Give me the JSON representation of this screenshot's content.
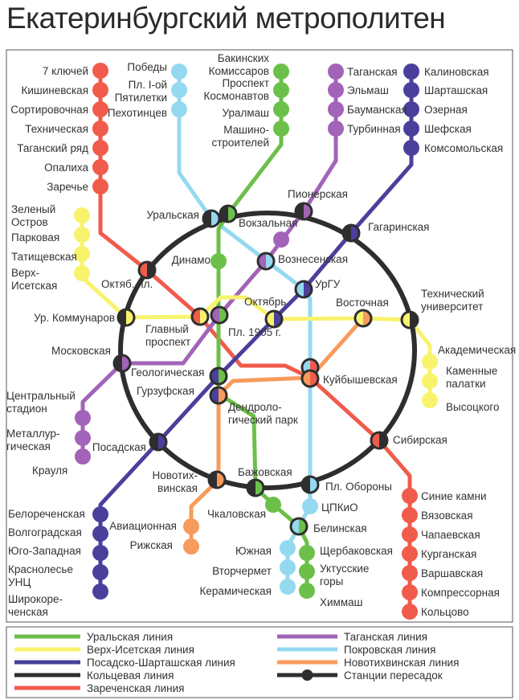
{
  "title": "Екатеринбургский метрополитен",
  "colors": {
    "red": "#f05b4b",
    "cyan": "#94d9f0",
    "green": "#6cc04a",
    "purple": "#a263b8",
    "blue": "#4a409c",
    "yellow": "#f8f36c",
    "orange": "#f79b5c",
    "ring": "#2e2e2e"
  },
  "stations": {
    "red_n": [
      "7 ключей",
      "Кишиневская",
      "Сортировочная",
      "Техническая",
      "Таганский ряд",
      "Опалиха",
      "Заречье"
    ],
    "red_s": [
      "Синие камни",
      "Вязовская",
      "Чапаевская",
      "Курганская",
      "Варшавская",
      "Компрессорная",
      "Кольцово"
    ],
    "cyan_n": [
      "Победы",
      "Пл. I-ой\nПятилетки",
      "Пехотинцев"
    ],
    "cyan_s": [
      "ЦПКиО",
      "Южная",
      "Вторчермет",
      "Керамическая"
    ],
    "green_n": [
      "Бакинских\nКомиссаров",
      "Проспект\nКосмонавтов",
      "Уралмаш",
      "Машино-\nстроителей"
    ],
    "green_s": [
      "Чкаловская",
      "Щербаковская",
      "Уктусские\nгоры",
      "Химмаш"
    ],
    "purple_n": [
      "Таганская",
      "Эльмаш",
      "Бауманская",
      "Турбинная"
    ],
    "purple_s": [
      "Центральный\nстадион",
      "Металлур-\nгическая",
      "Крауля"
    ],
    "blue_n": [
      "Калиновская",
      "Шарташская",
      "Озерная",
      "Шефская",
      "Комсомольская"
    ],
    "blue_s": [
      "Белореченская",
      "Волгоградская",
      "Юго-Западная",
      "Краснолесье\nУНЦ",
      "Широкоре-\nченская"
    ],
    "yellow_w": [
      "Зеленый\nОстров",
      "Парковая",
      "Татищевская",
      "Верх-\nИсетская"
    ],
    "yellow_e": [
      "Академическая",
      "Каменные\nпалатки",
      "Высоцкого"
    ],
    "orange_s": [
      "Авиационная",
      "Рижская"
    ],
    "center": [
      "Уральская",
      "Вокзальная",
      "Пионерская",
      "Гагаринская",
      "Динамо",
      "Вознесенская",
      "Октяб. пл.",
      "УрГУ",
      "Октябрь",
      "Восточная",
      "Технический\nуниверситет",
      "Ур. Коммунаров",
      "Главный\nпроспект",
      "Пл. 1905 г.",
      "Московская",
      "Геологическая",
      "Гурзуфская",
      "Куйбышевская",
      "Дендроло-\nгический парк",
      "Посадская",
      "Сибирская",
      "Новотих-\nвинская",
      "Бажовская",
      "Пл. Обороны",
      "Белинская"
    ]
  },
  "legend": {
    "left": [
      {
        "label": "Уральская линия",
        "color": "green"
      },
      {
        "label": "Верх-Исетская линия",
        "color": "yellow"
      },
      {
        "label": "Посадско-Шарташская линия",
        "color": "blue"
      },
      {
        "label": "Кольцевая линия",
        "color": "ring"
      },
      {
        "label": "Зареченская линия",
        "color": "red"
      }
    ],
    "right": [
      {
        "label": "Таганская линия",
        "color": "purple"
      },
      {
        "label": "Покровская линия",
        "color": "cyan"
      },
      {
        "label": "Новотихвинская линия",
        "color": "orange"
      },
      {
        "label": "Станции пересадок",
        "color": "ring"
      }
    ]
  }
}
